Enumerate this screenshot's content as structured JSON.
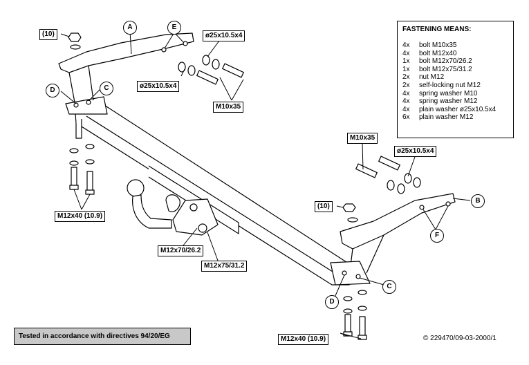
{
  "fastening": {
    "title": "FASTENING MEANS:",
    "items": [
      {
        "qty": "4x",
        "desc": "bolt M10x35"
      },
      {
        "qty": "4x",
        "desc": "bolt M12x40"
      },
      {
        "qty": "1x",
        "desc": "bolt M12x70/26.2"
      },
      {
        "qty": "1x",
        "desc": "bolt M12x75/31.2"
      },
      {
        "qty": "2x",
        "desc": "nut M12"
      },
      {
        "qty": "2x",
        "desc": "self-locking nut M12"
      },
      {
        "qty": "4x",
        "desc": "spring washer M10"
      },
      {
        "qty": "4x",
        "desc": "spring washer M12"
      },
      {
        "qty": "4x",
        "desc": "plain washer ø25x10.5x4"
      },
      {
        "qty": "6x",
        "desc": "plain washer M12"
      }
    ]
  },
  "labels": {
    "ten_left": "(10)",
    "ten_right": "(10)",
    "washer_top": "ø25x10.5x4",
    "washer_mid": "ø25x10.5x4",
    "bolt_top": "M10x35",
    "bolt_right": "M10x35",
    "washer_right": "ø25x10.5x4",
    "m12x40_left": "M12x40 (10.9)",
    "m12x40_bottom": "M12x40 (10.9)",
    "m12x70": "M12x70/26.2",
    "m12x75": "M12x75/31.2"
  },
  "callouts": {
    "a": "A",
    "b": "B",
    "c1": "C",
    "c2": "C",
    "d1": "D",
    "d2": "D",
    "e": "E",
    "f": "F"
  },
  "footer": {
    "tested": "Tested in accordance with directives 94/20/EG",
    "copyright": "© 229470/09-03-2000/1"
  }
}
